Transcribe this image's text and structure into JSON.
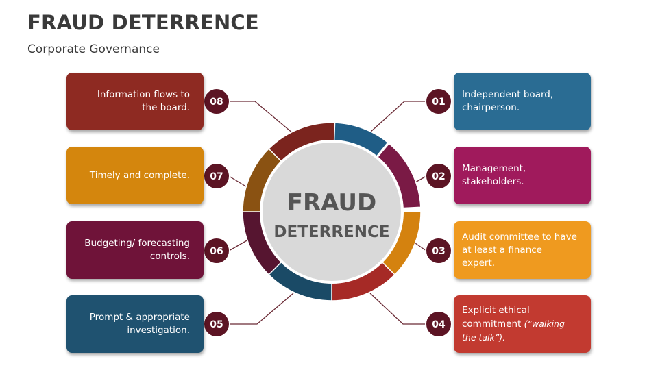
{
  "header": {
    "title": "FRAUD DETERRENCE",
    "subtitle": "Corporate Governance"
  },
  "center": {
    "line1": "FRAUD",
    "line2": "DETERRENCE"
  },
  "items": [
    {
      "number": "01",
      "text": "Independent board, chairperson.",
      "color": "#2a6c93",
      "side": "right"
    },
    {
      "number": "02",
      "text": "Management, stakeholders.",
      "color": "#a01a5c",
      "side": "right"
    },
    {
      "number": "03",
      "text": "Audit committee to have at least a finance expert.",
      "color": "#ef9a1f",
      "side": "right"
    },
    {
      "number": "04",
      "text_main": "Explicit ethical commitment ",
      "text_italic": "(“walking the talk”).",
      "color": "#c23a30",
      "side": "right"
    },
    {
      "number": "05",
      "text": "Prompt & appropriate investigation.",
      "color": "#1f5270",
      "side": "left"
    },
    {
      "number": "06",
      "text": "Budgeting/ forecasting controls.",
      "color": "#6f1339",
      "side": "left"
    },
    {
      "number": "07",
      "text": "Timely and complete.",
      "color": "#d4860d",
      "side": "left"
    },
    {
      "number": "08",
      "text": "Information flows to the board.",
      "color": "#8e2a22",
      "side": "left"
    }
  ],
  "badge_color": "#5c1424",
  "connector_color": "#6b2b36",
  "ring_colors": [
    "#1f5d86",
    "#7a1a45",
    "#d4820f",
    "#a62a26",
    "#1a4a66",
    "#561530",
    "#8a5212",
    "#7b241e"
  ]
}
